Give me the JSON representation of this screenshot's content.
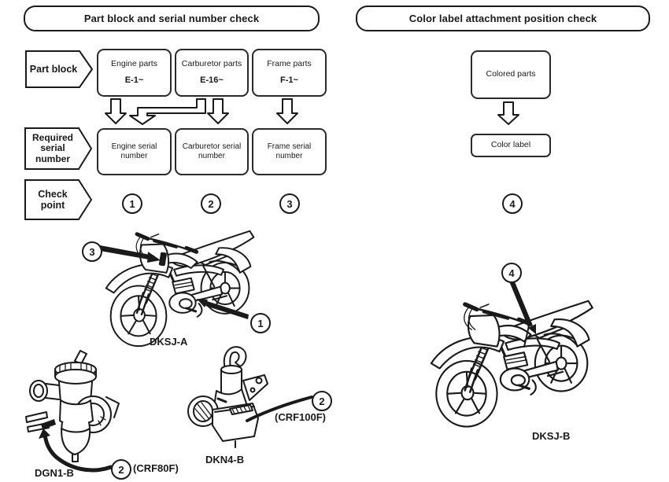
{
  "headers": {
    "left": "Part block and serial number check",
    "right": "Color label attachment position check"
  },
  "labels": {
    "part_block": "Part block",
    "required_serial": "Required serial number",
    "check_point": "Check point"
  },
  "part_boxes": {
    "engine": {
      "title": "Engine parts",
      "code": "E-1~"
    },
    "carburetor": {
      "title": "Carburetor parts",
      "code": "E-16~"
    },
    "frame": {
      "title": "Frame parts",
      "code": "F-1~"
    }
  },
  "serial_boxes": {
    "engine": "Engine serial number",
    "carburetor": "Carburetor serial number",
    "frame": "Frame serial number"
  },
  "color_flow": {
    "source": "Colored parts",
    "target": "Color label"
  },
  "check_points": {
    "p1": "1",
    "p2": "2",
    "p3": "3",
    "p4": "4"
  },
  "callouts": {
    "frame_serial": "3",
    "engine_serial": "1",
    "carb_a": "2",
    "carb_a_note": "(CRF80F)",
    "carb_b": "2",
    "carb_b_note": "(CRF100F)",
    "color_label": "4"
  },
  "models": {
    "bike_a": "DKSJ-A",
    "carb_a": "DGN1-B",
    "carb_b": "DKN4-B",
    "bike_b": "DKSJ-B"
  },
  "colors": {
    "ink": "#1a1a1a",
    "paper": "#ffffff"
  }
}
